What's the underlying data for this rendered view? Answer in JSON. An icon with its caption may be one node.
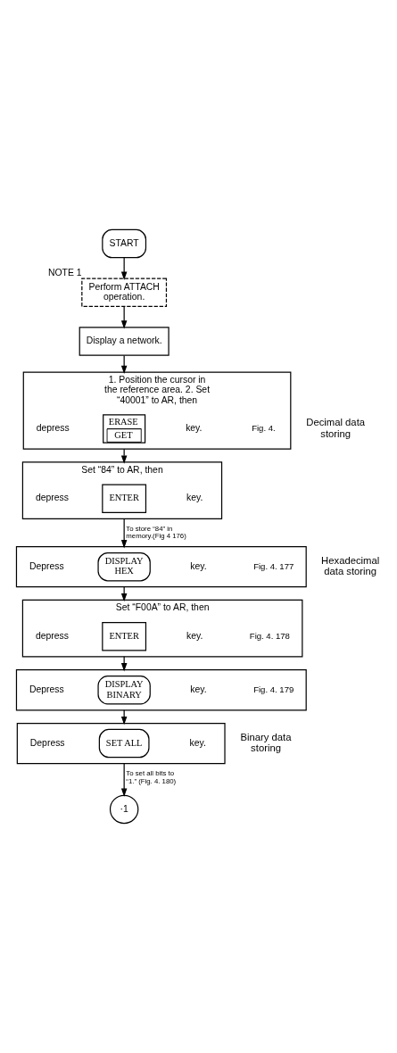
{
  "diagram": {
    "nodes": [
      {
        "text": [
          "START"
        ]
      },
      {
        "text": [
          "Perform ATTACH operation."
        ],
        "beside": [
          "NOTE 1"
        ]
      },
      {
        "text": [
          "Display a network."
        ]
      },
      {
        "text": [
          "1. Position the cursor in the reference area. 2. Set “40001” to AR, then",
          "depress",
          "key."
        ],
        "beside": [
          "Fig. 4."
        ]
      },
      {
        "text": [
          "ERASE",
          "GET"
        ],
        "in": 3
      },
      {
        "text": [
          "Set “84” to AR, then",
          "depress",
          "key."
        ]
      },
      {
        "text": [
          "ENTER"
        ],
        "in": 5
      },
      {
        "text": [
          "Depress",
          "key."
        ],
        "beside": [
          "Fig. 4. 177"
        ]
      },
      {
        "text": [
          "DISPLAY HEX"
        ],
        "in": 7
      },
      {
        "text": [
          "Set “F00A” to AR, then",
          "depress",
          "key."
        ],
        "beside": [
          "Fig. 4. 178"
        ]
      },
      {
        "text": [
          "ENTER"
        ],
        "in": 9
      },
      {
        "text": [
          "Depress",
          "key."
        ],
        "beside": [
          "Fig. 4. 179"
        ]
      },
      {
        "text": [
          "DISPLAY BINARY"
        ],
        "in": 11
      },
      {
        "text": [
          "Depress",
          "key."
        ]
      },
      {
        "text": [
          "SET ALL"
        ],
        "in": 13
      },
      {
        "text": [
          "·1"
        ]
      }
    ],
    "edges": [
      {
        "from": 0,
        "to": 1,
        "arrow": "to"
      },
      {
        "from": 1,
        "to": 2,
        "arrow": "to"
      },
      {
        "from": 2,
        "to": 3,
        "arrow": "to"
      },
      {
        "from": 3,
        "to": 5,
        "arrow": "to"
      },
      {
        "from": 5,
        "to": 7,
        "arrow": "to",
        "label": "To store “84” in memory.(Fig 4 176)"
      },
      {
        "from": 7,
        "to": 9,
        "arrow": "to"
      },
      {
        "from": 9,
        "to": 11,
        "arrow": "to"
      },
      {
        "from": 11,
        "to": 13,
        "arrow": "to"
      },
      {
        "from": 13,
        "to": 15,
        "arrow": "to",
        "label": "To set all bits to “1.” (Fig. 4. 180)"
      }
    ],
    "labels": [
      "Decimal data storing",
      "Hexadecimal data storing",
      "Binary data storing"
    ]
  }
}
